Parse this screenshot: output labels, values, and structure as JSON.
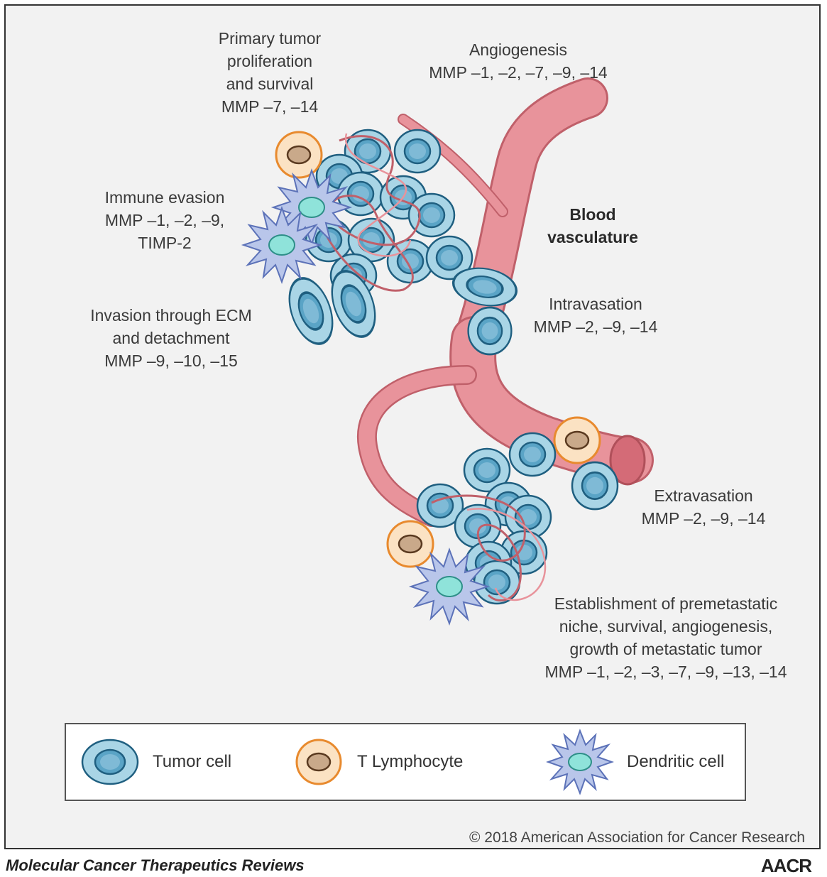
{
  "labels": {
    "primary_tumor": [
      "Primary tumor",
      "proliferation",
      "and survival",
      "MMP –7, –14"
    ],
    "angiogenesis": [
      "Angiogenesis",
      "MMP –1, –2, –7, –9, –14"
    ],
    "immune_evasion": [
      "Immune evasion",
      "MMP –1, –2, –9,",
      "TIMP-2"
    ],
    "blood_vasculature": [
      "Blood",
      "vasculature"
    ],
    "invasion": [
      "Invasion through ECM",
      "and detachment",
      "MMP –9, –10, –15"
    ],
    "intravasation": [
      "Intravasation",
      "MMP –2, –9, –14"
    ],
    "extravasation": [
      "Extravasation",
      "MMP –2, –9, –14"
    ],
    "establishment": [
      "Establishment of premetastatic",
      "niche, survival, angiogenesis,",
      "growth of metastatic tumor",
      "MMP –1, –2, –3, –7, –9, –13, –14"
    ]
  },
  "legend": {
    "tumor_cell": "Tumor cell",
    "t_lymphocyte": "T Lymphocyte",
    "dendritic_cell": "Dendritic cell"
  },
  "copyright": "© 2018 American Association for Cancer Research",
  "footer": {
    "journal": "Molecular Cancer Therapeutics Reviews",
    "publisher": "AACR"
  },
  "colors": {
    "vessel": "#e8939b",
    "vessel_stroke": "#c0606a",
    "tumor_fill": "#a9d5e6",
    "tumor_nucleus": "#5aa4c6",
    "tumor_stroke": "#1f5f80",
    "t_cell_outer": "#f7be7d",
    "t_cell_stroke": "#e88a2e",
    "dendritic": "#b9c6ea",
    "dendritic_nucleus": "#66d1c8"
  }
}
